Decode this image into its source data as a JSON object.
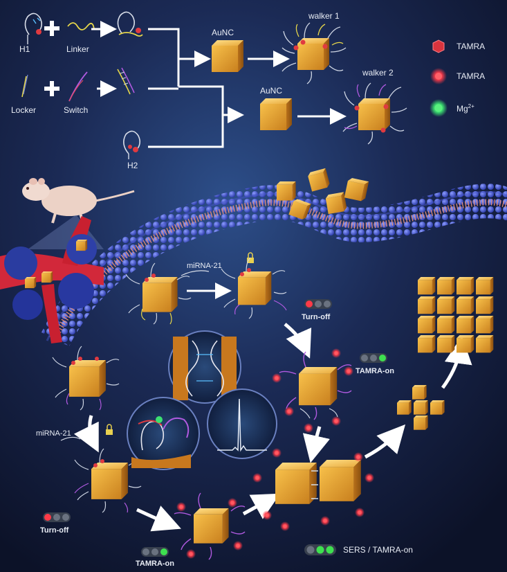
{
  "top": {
    "h1": "H1",
    "linker": "Linker",
    "locker": "Locker",
    "switch": "Switch",
    "h2": "H2",
    "aunc_a": "AuNC",
    "aunc_b": "AuNC",
    "walker1": "walker 1",
    "walker2": "walker 2"
  },
  "legend": [
    {
      "label": "TAMRA",
      "color": "#e0404a",
      "icon": "hexagon-icon"
    },
    {
      "label": "TAMRA",
      "color": "#ff4050",
      "icon": "glow-sphere-icon"
    },
    {
      "label": "Mg",
      "sup": "2+",
      "color": "#3ce070",
      "icon": "green-sphere-icon"
    }
  ],
  "cycle": {
    "mirna_top": "miRNA-21",
    "mirna_left": "miRNA-21",
    "turn_off_top": "Turn-off",
    "turn_off_bottom": "Turn-off",
    "tamra_on_right": "TAMRA-on",
    "tamra_on_bottom": "TAMRA-on",
    "sers_on": "SERS / TAMRA-on"
  },
  "colors": {
    "background": "#0f1630",
    "membrane": "#3a4ec0",
    "cube": "#e0a030",
    "red_probe": "#ff3a48",
    "green_light": "#3ee050",
    "arrow": "#ffffff"
  }
}
